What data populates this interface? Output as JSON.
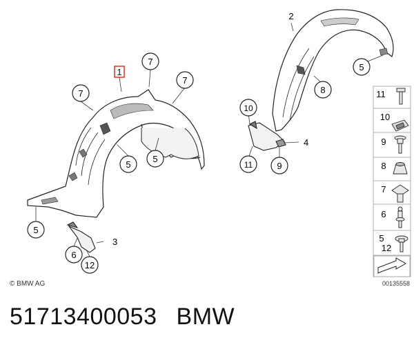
{
  "callouts": {
    "c1": "1",
    "c2": "2",
    "c3": "3",
    "c4": "4",
    "c5a": "5",
    "c5b": "5",
    "c5c": "5",
    "c5d": "5",
    "c6": "6",
    "c7a": "7",
    "c7b": "7",
    "c7c": "7",
    "c8": "8",
    "c9": "9",
    "c10": "10",
    "c11": "11",
    "c12": "12"
  },
  "legend": {
    "items": [
      "11",
      "10",
      "9",
      "8",
      "7",
      "6",
      "5",
      "12"
    ]
  },
  "copyright": "© BMW AG",
  "drawing_number": "00135558",
  "caption": {
    "part_number": "51713400053",
    "brand": "BMW"
  }
}
